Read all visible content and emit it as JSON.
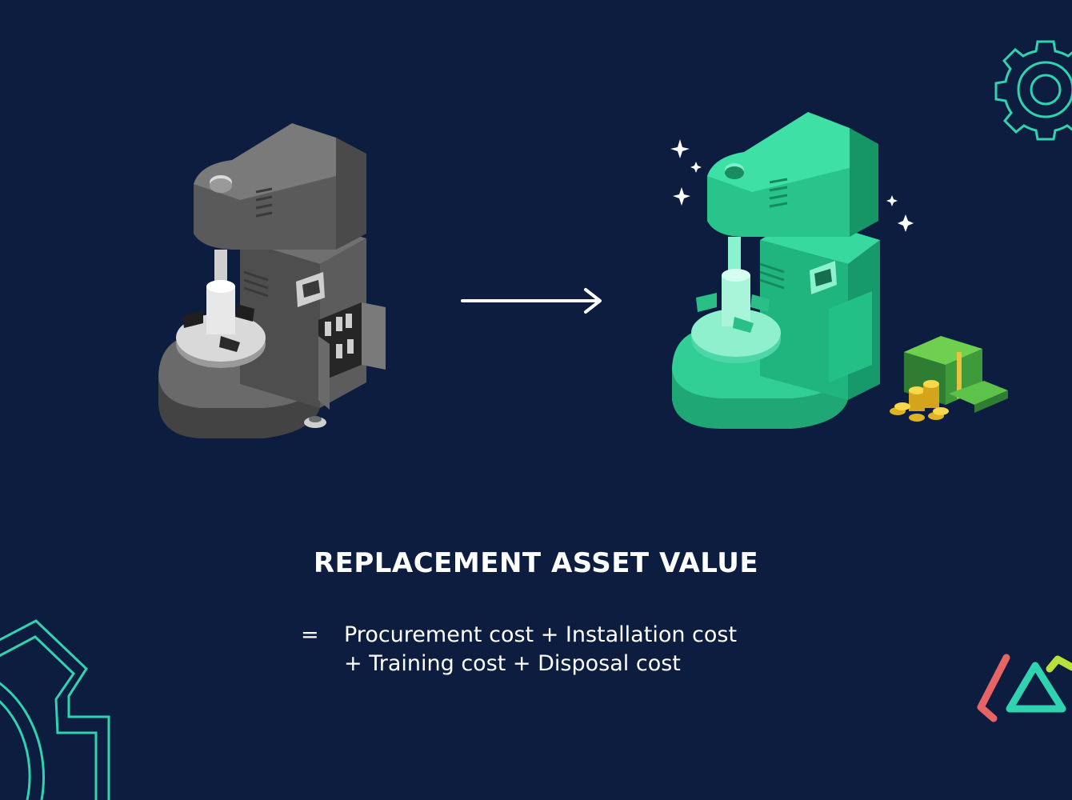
{
  "heading": "REPLACEMENT ASSET VALUE",
  "formula": {
    "equals_sign": "=",
    "line1": "Procurement cost + Installation cost",
    "line2": "+ Training cost + Disposal cost"
  },
  "colors": {
    "background": "#0c1d3f",
    "old_machine": "#5a5a5a",
    "new_machine": "#2ecf94",
    "gear_outline": "#2fd3b0",
    "arrow": "#ffffff",
    "cash": "#3e8c3e",
    "coins": "#f2cd2e"
  },
  "icons": {
    "left_illustration": "old-machine-illustration",
    "right_illustration": "new-machine-illustration",
    "arrow": "right-arrow-icon",
    "top_right": "gear-icon",
    "bottom_left": "gear-icon",
    "bottom_right": "brand-logo-icon",
    "money": "cash-stack-icon",
    "coins": "coin-stack-icon",
    "sparkles": "sparkle-icon"
  }
}
